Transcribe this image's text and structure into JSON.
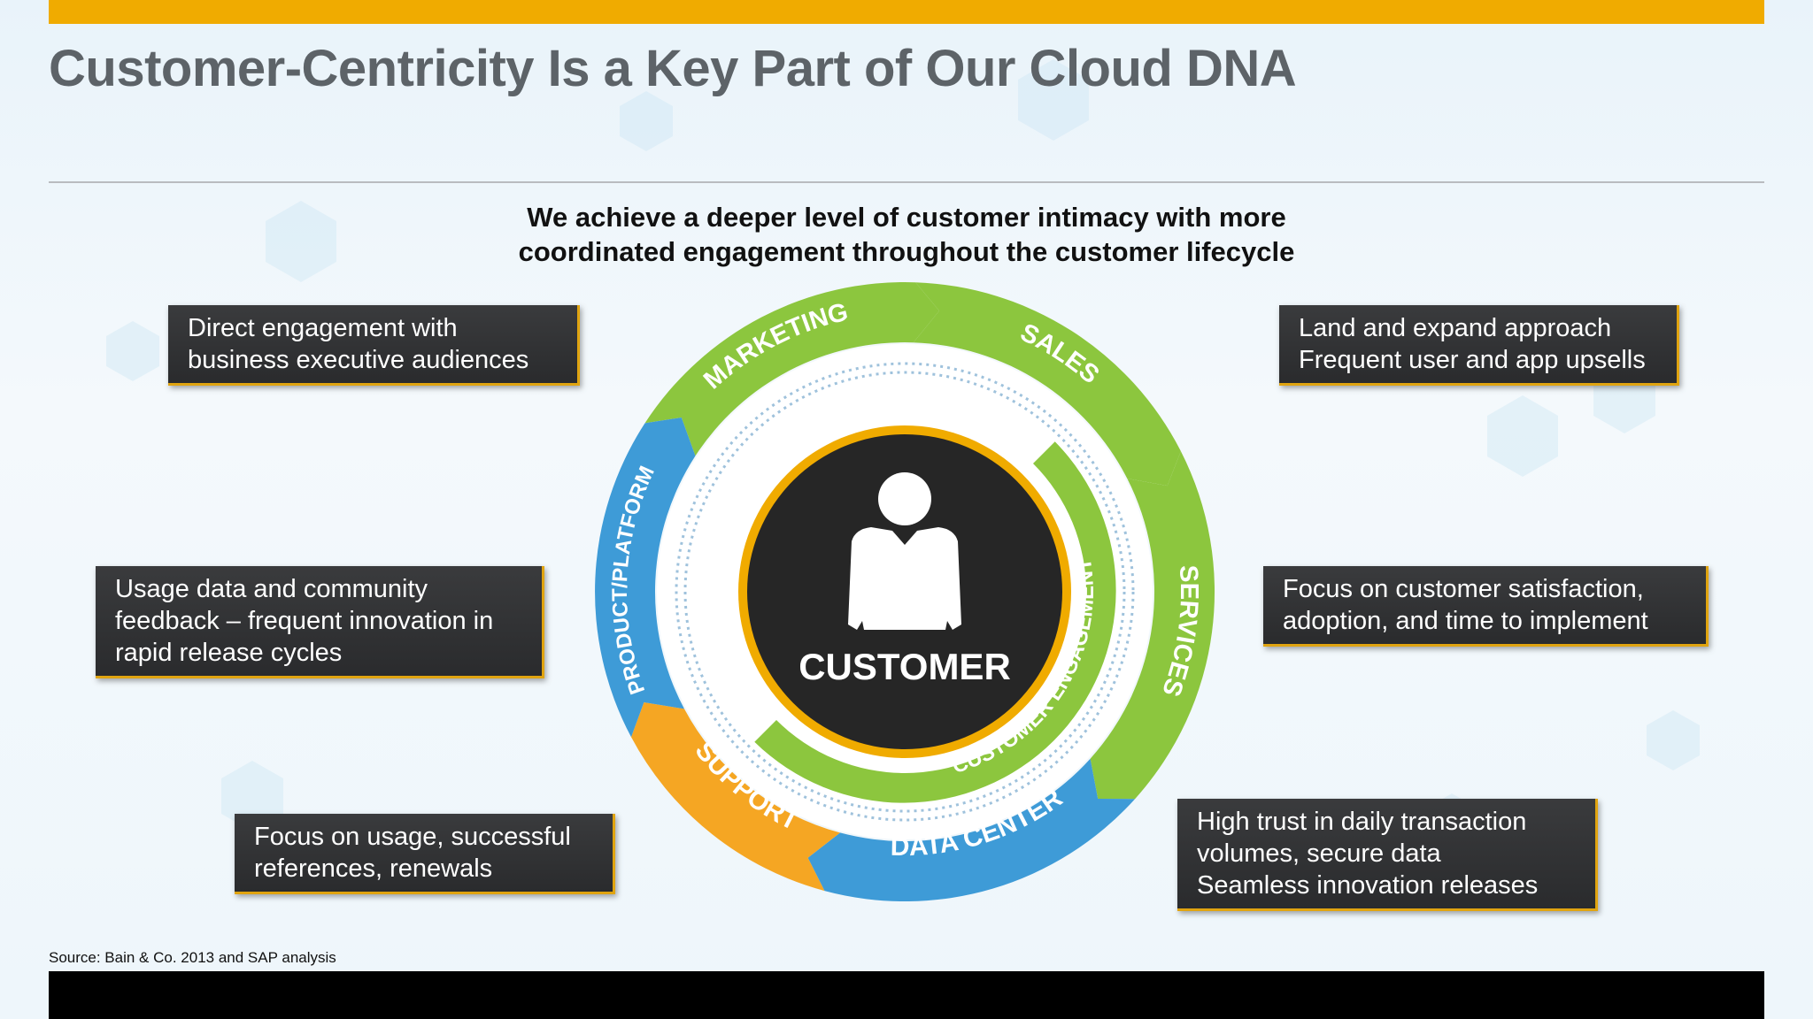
{
  "title": "Customer-Centricity Is a Key Part of Our Cloud DNA",
  "subtitle": [
    "We achieve a deeper level of customer intimacy with more",
    "coordinated engagement throughout the customer lifecycle"
  ],
  "diagram": {
    "center_label": "CUSTOMER",
    "center_icon": "person-icon",
    "inner_ring_label": "CUSTOMER ENGAGEMENT",
    "segments": [
      {
        "label": "MARKETING",
        "color": "#8cc63e"
      },
      {
        "label": "SALES",
        "color": "#8cc63e"
      },
      {
        "label": "SERVICES",
        "color": "#8cc63e"
      },
      {
        "label": "DATA CENTER",
        "color": "#3e9bd7"
      },
      {
        "label": "SUPPORT",
        "color": "#f5a623"
      },
      {
        "label": "PRODUCT/PLATFORM",
        "color": "#3e9bd7"
      }
    ],
    "colors": {
      "green": "#8cc63e",
      "blue": "#3e9bd7",
      "orange": "#f5a623",
      "gold": "#f0ab00",
      "dark": "#262626"
    }
  },
  "callouts": [
    {
      "lines": [
        "Direct engagement with",
        "business executive audiences"
      ]
    },
    {
      "lines": [
        "Land and expand approach",
        "Frequent user and app upsells"
      ]
    },
    {
      "lines": [
        "Usage data and community",
        "feedback – frequent innovation in",
        "rapid release cycles"
      ]
    },
    {
      "lines": [
        "Focus on customer satisfaction,",
        "adoption, and time to implement"
      ]
    },
    {
      "lines": [
        "Focus on usage, successful",
        "references, renewals"
      ]
    },
    {
      "lines": [
        "High trust in daily transaction",
        "volumes, secure data",
        "Seamless innovation releases"
      ]
    }
  ],
  "source": "Source: Bain & Co. 2013 and SAP analysis"
}
